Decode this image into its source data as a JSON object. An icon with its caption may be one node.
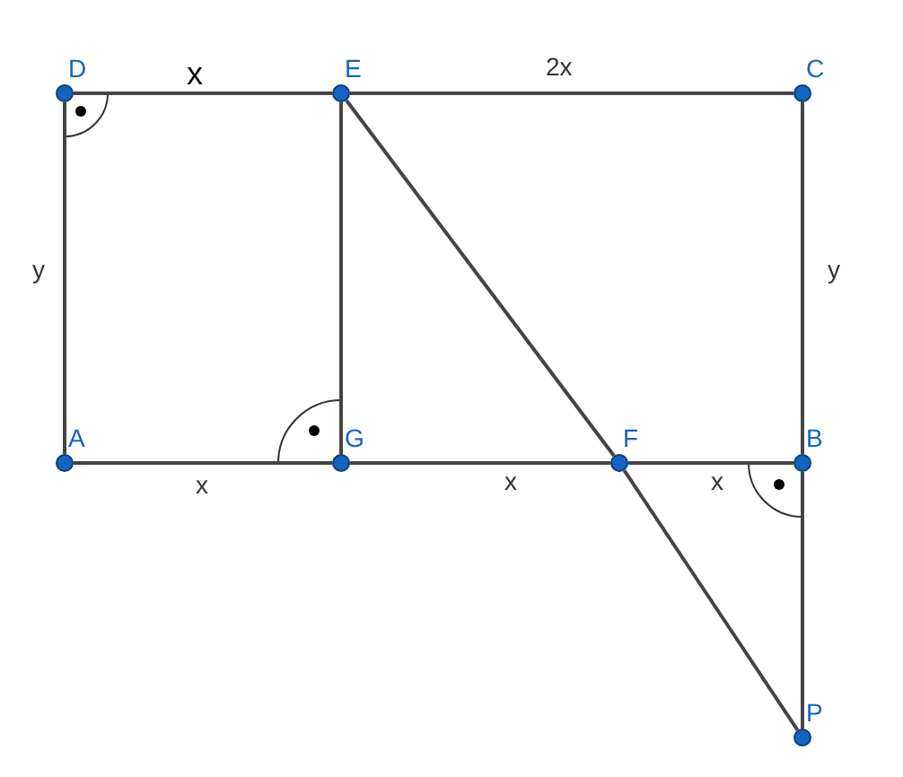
{
  "diagram": {
    "nodes": [
      {
        "text": [
          "D"
        ]
      },
      {
        "text": [
          "E"
        ]
      },
      {
        "text": [
          "C"
        ]
      },
      {
        "text": [
          "A"
        ]
      },
      {
        "text": [
          "G"
        ]
      },
      {
        "text": [
          "F"
        ]
      },
      {
        "text": [
          "B"
        ]
      },
      {
        "text": [
          "P"
        ]
      }
    ],
    "edges": [
      {
        "from": 0,
        "to": 1,
        "arrow": "none",
        "label": "x"
      },
      {
        "from": 1,
        "to": 2,
        "arrow": "none",
        "label": "2x"
      },
      {
        "from": 0,
        "to": 3,
        "arrow": "none",
        "label": "y"
      },
      {
        "from": 1,
        "to": 4,
        "arrow": "none"
      },
      {
        "from": 2,
        "to": 6,
        "arrow": "none",
        "label": "y"
      },
      {
        "from": 3,
        "to": 4,
        "arrow": "none",
        "label": "x"
      },
      {
        "from": 4,
        "to": 5,
        "arrow": "none",
        "label": "x"
      },
      {
        "from": 5,
        "to": 6,
        "arrow": "none",
        "label": "x"
      },
      {
        "from": 1,
        "to": 5,
        "arrow": "none"
      },
      {
        "from": 5,
        "to": 7,
        "arrow": "none"
      },
      {
        "from": 6,
        "to": 7,
        "arrow": "none"
      }
    ]
  }
}
